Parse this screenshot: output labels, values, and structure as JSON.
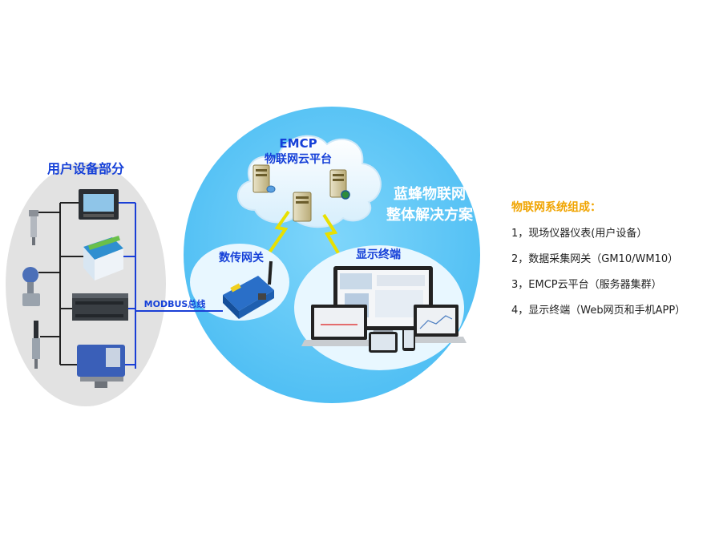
{
  "user_section": {
    "title": "用户设备部分"
  },
  "bus_label": "MODBUS总线",
  "cloud": {
    "line1": "EMCP",
    "line2": "物联网云平台"
  },
  "gateway": {
    "title": "数传网关"
  },
  "terminal": {
    "title": "显示终端"
  },
  "headline": {
    "line1": "蓝蜂物联网",
    "line2": "整体解决方案"
  },
  "composition": {
    "title": "物联网系统组成：",
    "items": [
      "1，现场仪器仪表(用户设备）",
      "2，数据采集网关（GM10/WM10）",
      "3，EMCP云平台（服务器集群）",
      "4，显示终端（Web网页和手机APP）"
    ]
  },
  "colors": {
    "gray_ellipse": "#e2e2e2",
    "big_circle": "#5dc6f7",
    "inner_circle": "#e8f7ff",
    "blue_line": "#1a3fd6",
    "lightning": "#e8e000",
    "title_text": "#1540d8",
    "list_title": "#f0a400"
  },
  "icons": [
    "pressure-sensor-icon",
    "panel-meter-icon",
    "io-module-icon",
    "transmitter-icon",
    "plc-icon",
    "probe-sensor-icon",
    "flow-meter-icon",
    "server-icon",
    "globe-icon",
    "gateway-device-icon",
    "antenna-icon",
    "lightning-icon",
    "monitor-icon",
    "laptop-icon",
    "tablet-icon",
    "phone-icon"
  ]
}
